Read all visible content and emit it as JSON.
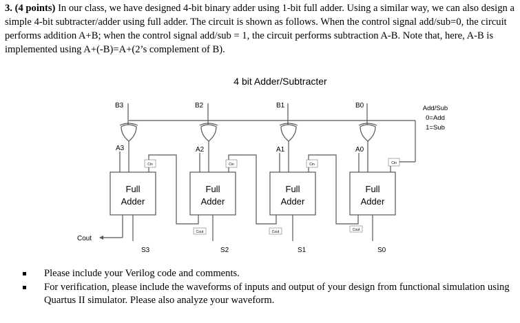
{
  "problem": {
    "number": "3.",
    "points": "(4 points)",
    "text": "In our class, we have designed 4-bit binary adder using 1-bit full adder. Using a similar way, we can also design a simple 4-bit subtracter/adder using full adder. The circuit is shown as follows. When the control signal add/sub=0, the circuit performs addition A+B; when the control signal add/sub = 1, the circuit performs subtraction A-B. Note that, here, A-B is implemented using A+(-B)=A+(2’s complement of B)."
  },
  "figure": {
    "title": "4 bit Adder/Subtracter",
    "control": [
      "Add/Sub",
      "0=Add",
      "1=Sub"
    ],
    "cout": "Cout",
    "cin": "Cin",
    "adder_line1": "Full",
    "adder_line2": "Adder",
    "stages": [
      {
        "b": "B3",
        "a": "A3",
        "s": "S3"
      },
      {
        "b": "B2",
        "a": "A2",
        "s": "S2"
      },
      {
        "b": "B1",
        "a": "A1",
        "s": "S1"
      },
      {
        "b": "B0",
        "a": "A0",
        "s": "S0"
      }
    ]
  },
  "bullets": [
    "Please include your Verilog code and comments.",
    "For verification, please include the waveforms of inputs and output of your design from functional simulation using Quartus II simulator. Please also analyze your waveform."
  ]
}
